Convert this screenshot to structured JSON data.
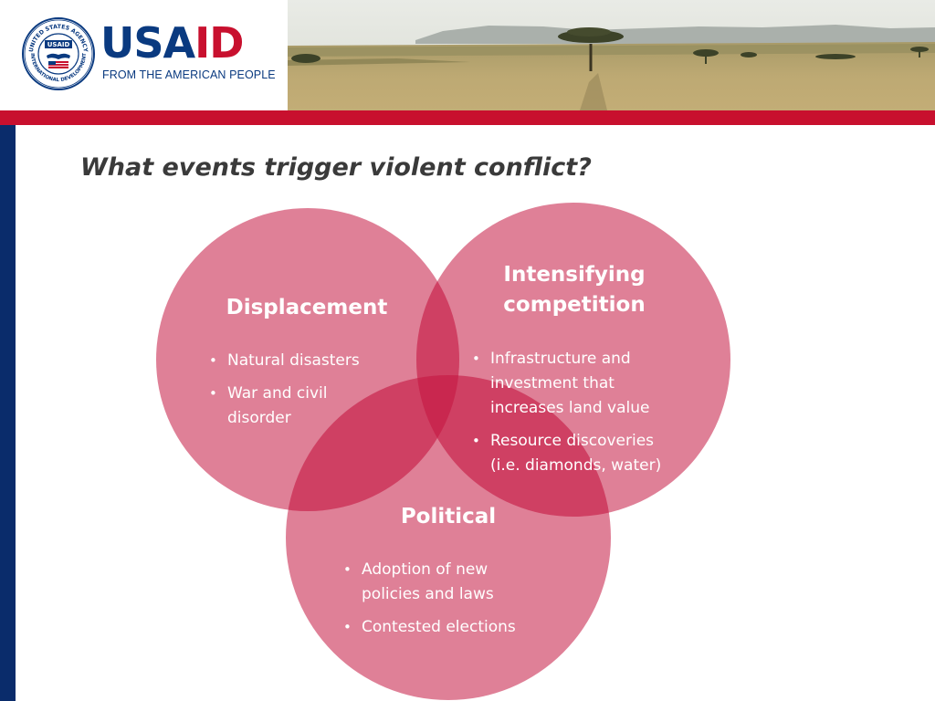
{
  "header": {
    "logo": {
      "seal_text": "UNITED STATES AGENCY INTERNATIONAL DEVELOPMENT",
      "seal_badge": "USAID",
      "wordmark_usa": "USA",
      "wordmark_id": "ID",
      "tagline": "FROM THE AMERICAN PEOPLE"
    }
  },
  "colors": {
    "brand_blue": "#0a3a80",
    "brand_red": "#c8102e",
    "sidebar_blue": "#0a2c6b",
    "circle_fill": "#d65c7a",
    "overlap_fill": "#c9224b",
    "title_text": "#3a3a3a"
  },
  "slide": {
    "title": "What events trigger violent conflict?"
  },
  "venn": {
    "circles": [
      {
        "title": "Displacement",
        "bullets": [
          "Natural disasters",
          "War and civil disorder"
        ]
      },
      {
        "title": "Intensifying competition",
        "bullets": [
          "Infrastructure and investment that increases land value",
          "Resource discoveries (i.e. diamonds, water)"
        ]
      },
      {
        "title": "Political",
        "bullets": [
          "Adoption of new policies and laws",
          "Contested elections"
        ]
      }
    ]
  }
}
